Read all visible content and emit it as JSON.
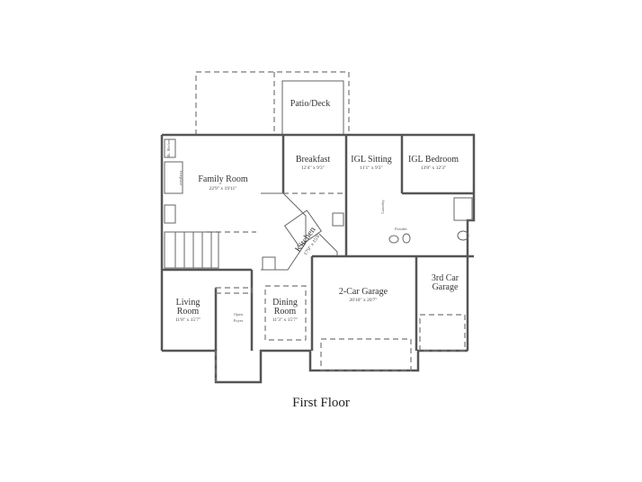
{
  "caption": "First Floor",
  "rooms": {
    "patio": {
      "name": "Patio/Deck"
    },
    "family": {
      "name": "Family Room",
      "size": "22'9\" x 19'11\""
    },
    "breakfast": {
      "name": "Breakfast",
      "size": "12'4\" x 9'3\""
    },
    "igl_sitting": {
      "name": "IGL Sitting",
      "size": "11'1\" x 9'3\""
    },
    "igl_bedroom": {
      "name": "IGL Bedroom",
      "size": "13'8\" x 12'3\""
    },
    "kitchen": {
      "name": "Kitchen",
      "size": "17'0\" x 15'8\""
    },
    "living": {
      "name": "Living",
      "name2": "Room",
      "size": "11'8\" x 15'7\""
    },
    "dining": {
      "name": "Dining",
      "name2": "Room",
      "size": "11'3\" x 15'7\""
    },
    "foyer": {
      "name": "Open",
      "name2": "Foyer"
    },
    "garage2": {
      "name": "2-Car Garage",
      "size": "20'10\" x 20'7\""
    },
    "garage3": {
      "name": "3rd Car",
      "name2": "Garage"
    },
    "powder": {
      "name": "Powder"
    },
    "laundry": {
      "name": "Laundry"
    },
    "fireplace": {
      "name": "Fireplace"
    },
    "shelves": {
      "name": "Bk. Shelves"
    }
  }
}
